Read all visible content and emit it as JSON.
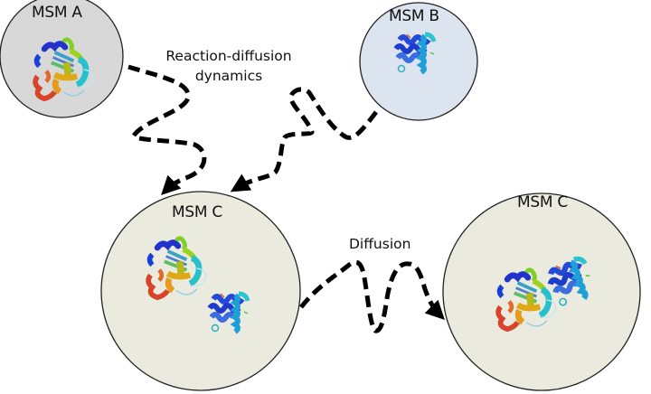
{
  "nodes": [
    {
      "id": "msm-a",
      "title": "MSM A",
      "fill": "#d8d8d8",
      "proteins": [
        "rainbow-protein"
      ]
    },
    {
      "id": "msm-b",
      "title": "MSM B",
      "fill": "#dce4ef",
      "proteins": [
        "blue-protein"
      ]
    },
    {
      "id": "msm-c-left",
      "title": "MSM C",
      "fill": "#eaebde",
      "proteins": [
        "rainbow-protein",
        "blue-protein"
      ]
    },
    {
      "id": "msm-c-right",
      "title": "MSM C",
      "fill": "#eaebde",
      "proteins": [
        "rainbow-protein",
        "blue-protein"
      ]
    }
  ],
  "edges": [
    {
      "from": "msm-a",
      "to": "msm-c-left",
      "style": "dashed",
      "label_ref": "reaction"
    },
    {
      "from": "msm-b",
      "to": "msm-c-left",
      "style": "dashed",
      "label_ref": "reaction"
    },
    {
      "from": "msm-c-left",
      "to": "msm-c-right",
      "style": "dashed",
      "label_ref": "diffusion"
    }
  ],
  "labels": {
    "reaction_line1": "Reaction-diffusion",
    "reaction_line2": "dynamics",
    "diffusion": "Diffusion"
  },
  "colors": {
    "outline": "#222222",
    "arrow": "#000000"
  }
}
